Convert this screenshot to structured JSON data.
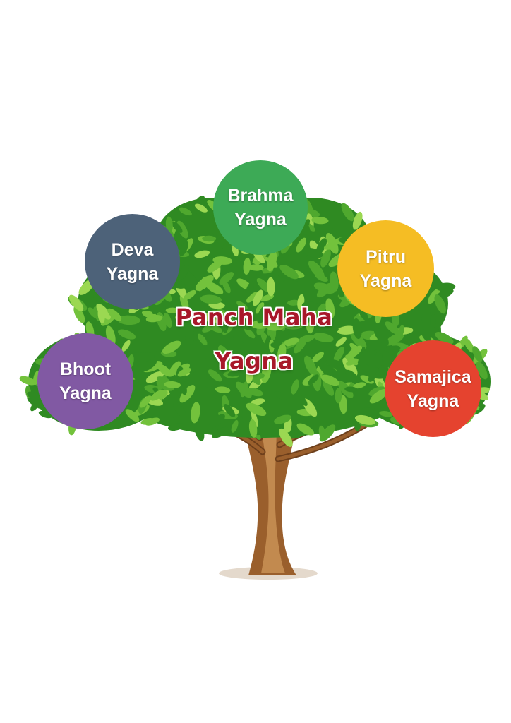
{
  "title": {
    "line1": "Panch Maha",
    "line2": "Yagna",
    "color": "#a8182a"
  },
  "nodes": [
    {
      "id": "brahma",
      "line1": "Brahma",
      "line2": "Yagna",
      "color": "#3daa56"
    },
    {
      "id": "deva",
      "line1": "Deva",
      "line2": "Yagna",
      "color": "#4d6279"
    },
    {
      "id": "pitru",
      "line1": "Pitru",
      "line2": "Yagna",
      "color": "#f5bd24"
    },
    {
      "id": "bhoot",
      "line1": "Bhoot",
      "line2": "Yagna",
      "color": "#8159a3"
    },
    {
      "id": "samajica",
      "line1": "Samajica",
      "line2": "Yagna",
      "color": "#e5432f"
    }
  ],
  "artwork": {
    "icon": "tree-icon",
    "foliage_colors": [
      "#2f8a22",
      "#4fa82e",
      "#73c23c",
      "#9bd852"
    ],
    "trunk_colors": [
      "#6d3f1b",
      "#9a5f2c",
      "#c28a4f"
    ]
  }
}
